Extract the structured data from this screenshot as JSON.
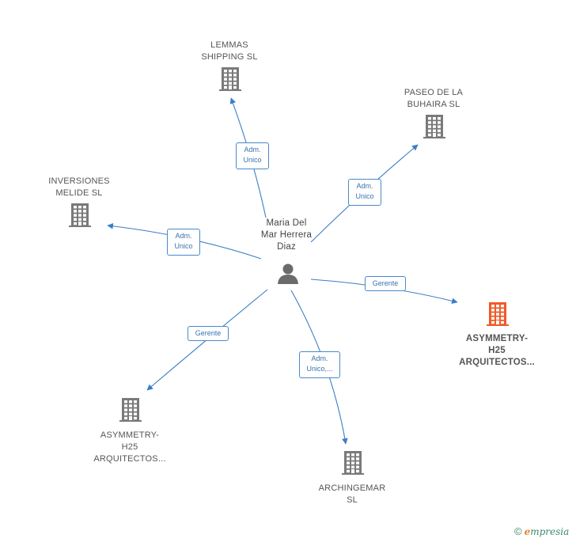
{
  "colors": {
    "edge": "#3b7fc4",
    "building": "#7a7a7a",
    "building_highlight": "#f05a28",
    "person": "#6b6b6b"
  },
  "center": {
    "name": "Maria Del\nMar Herrera\nDiaz",
    "icon": "person-icon"
  },
  "nodes": [
    {
      "id": "lemmas",
      "label": "LEMMAS\nSHIPPING  SL",
      "icon": "building-icon",
      "highlight": false
    },
    {
      "id": "paseo",
      "label": "PASEO DE LA\nBUHAIRA  SL",
      "icon": "building-icon",
      "highlight": false
    },
    {
      "id": "inversiones",
      "label": "INVERSIONES\nMELIDE  SL",
      "icon": "building-icon",
      "highlight": false
    },
    {
      "id": "asym_right",
      "label": "ASYMMETRY-\nH25\nARQUITECTOS...",
      "icon": "building-icon",
      "highlight": true
    },
    {
      "id": "asym_left",
      "label": "ASYMMETRY-\nH25\nARQUITECTOS...",
      "icon": "building-icon",
      "highlight": false
    },
    {
      "id": "archingemar",
      "label": "ARCHINGEMAR\nSL",
      "icon": "building-icon",
      "highlight": false
    }
  ],
  "edges": [
    {
      "to": "lemmas",
      "label": "Adm.\nUnico"
    },
    {
      "to": "paseo",
      "label": "Adm.\nUnico"
    },
    {
      "to": "inversiones",
      "label": "Adm.\nUnico"
    },
    {
      "to": "asym_right",
      "label": "Gerente"
    },
    {
      "to": "asym_left",
      "label": "Gerente"
    },
    {
      "to": "archingemar",
      "label": "Adm.\nUnico,..."
    }
  ],
  "footer": {
    "copyright": "©",
    "brand_initial": "e",
    "brand_rest": "mpresia"
  }
}
